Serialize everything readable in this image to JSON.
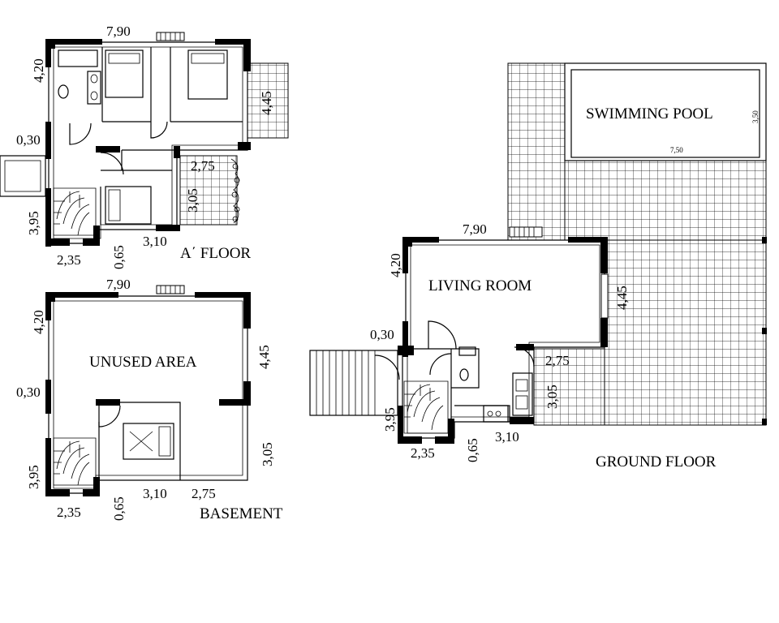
{
  "floors": {
    "a_floor": {
      "label": "A΄ FLOOR",
      "dims": {
        "top": "7,90",
        "left_upper": "4,20",
        "left_mid": "0,30",
        "left_lower": "3,95",
        "bottom_left": "2,35",
        "bottom_mid": "0,65",
        "bottom_right": "3,10",
        "right": "4,45",
        "terrace_w": "2,75",
        "terrace_h": "3,05"
      }
    },
    "basement": {
      "label": "BASEMENT",
      "room": "UNUSED AREA",
      "dims": {
        "top": "7,90",
        "left_upper": "4,20",
        "left_mid": "0,30",
        "left_lower": "3,95",
        "bottom_left": "2,35",
        "bottom_mid": "0,65",
        "bottom_right": "3,10",
        "bottom_far": "2,75",
        "right_upper": "4,45",
        "right_lower": "3,05"
      }
    },
    "ground_floor": {
      "label": "GROUND FLOOR",
      "room": "LIVING ROOM",
      "pool": {
        "label": "SWIMMING POOL",
        "width": "7,50",
        "depth": "3,50"
      },
      "dims": {
        "top": "7,90",
        "left_upper": "4,20",
        "left_mid": "0,30",
        "left_lower": "3,95",
        "bottom_left": "2,35",
        "bottom_mid": "0,65",
        "bottom_right": "3,10",
        "right": "4,45",
        "kitchen_w": "2,75",
        "kitchen_h": "3,05"
      }
    }
  }
}
